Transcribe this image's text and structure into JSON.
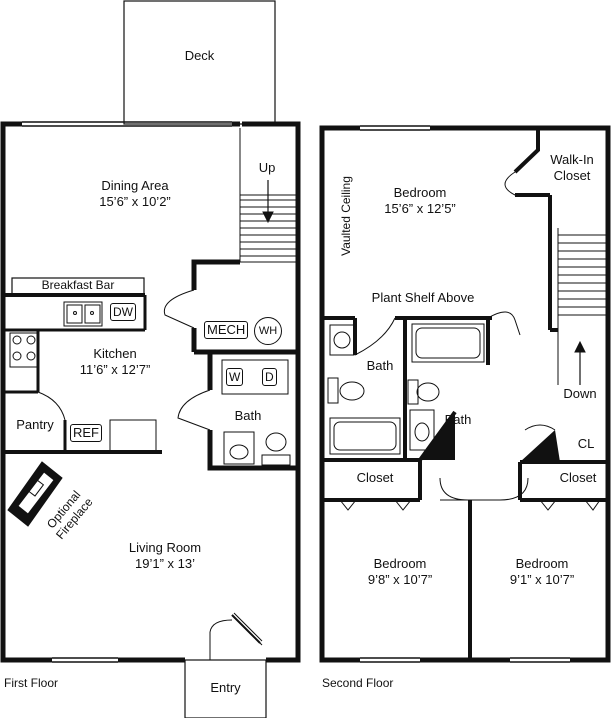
{
  "first_floor": {
    "caption": "First Floor",
    "deck": "Deck",
    "entry": "Entry",
    "dining_area": {
      "name": "Dining Area",
      "size": "15’6” x 10’2”"
    },
    "up_label": "Up",
    "breakfast_bar": "Breakfast Bar",
    "dw": "DW",
    "mech": "MECH",
    "wh": "WH",
    "kitchen": {
      "name": "Kitchen",
      "size": "11’6” x 12’7”"
    },
    "washer": "W",
    "dryer": "D",
    "bath": "Bath",
    "pantry": "Pantry",
    "ref": "REF",
    "optional_fireplace": "Optional\nFireplace",
    "living_room": {
      "name": "Living Room",
      "size": "19’1” x 13’"
    }
  },
  "second_floor": {
    "caption": "Second Floor",
    "vaulted_ceiling": "Vaulted Ceiling",
    "master_bedroom": {
      "name": "Bedroom",
      "size": "15’6” x 12’5”"
    },
    "walk_in_closet": "Walk-In\nCloset",
    "plant_shelf": "Plant Shelf Above",
    "bath_1": "Bath",
    "bath_2": "Bath",
    "down_label": "Down",
    "cl": "CL",
    "closet_1": "Closet",
    "closet_2": "Closet",
    "bedroom_2": {
      "name": "Bedroom",
      "size": "9’8” x 10’7”"
    },
    "bedroom_3": {
      "name": "Bedroom",
      "size": "9’1” x 10’7”"
    }
  }
}
